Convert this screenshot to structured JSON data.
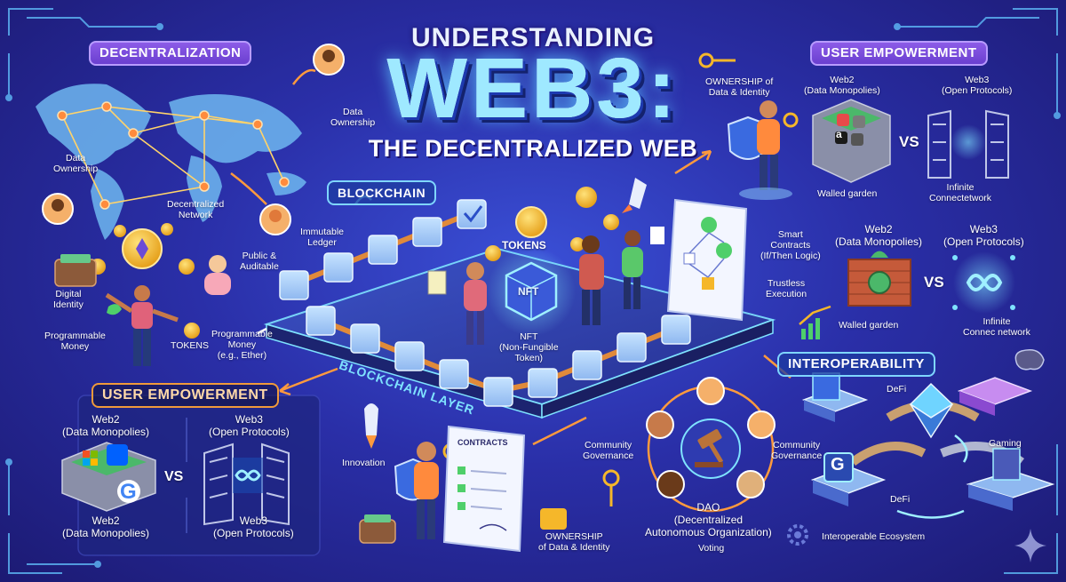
{
  "title": {
    "top": "UNDERSTANDING",
    "main": "WEB3:",
    "sub": "THE DECENTRALIZED WEB"
  },
  "sections": {
    "decentralization": "DECENTRALIZATION",
    "user_empowerment_top": "USER EMPOWERMENT",
    "blockchain": "BLOCKCHAIN",
    "user_empowerment_bottom": "USER EMPOWERMENT",
    "interoperability": "INTEROPERABILITY",
    "blockchain_layer": "BLOCKCHAIN LAYER"
  },
  "labels": {
    "data_ownership_left": "Data\nOwnership",
    "data_ownership_top": "Data\nOwnership",
    "decentralized_network": "Decentralized\nNetwork",
    "immutable_ledger": "Immutable\nLedger",
    "public_auditable": "Public &\nAuditable",
    "digital_identity": "Digital\nIdentity",
    "programmable_money_left": "Programmable\nMoney",
    "tokens_left": "TOKENS",
    "programmable_money_ether": "Programmable\nMoney\n(e.g., Ether)",
    "tokens_center": "TOKENS",
    "nft_badge": "NFT",
    "nft_label": "NFT\n(Non-Fungible\nToken)",
    "smart_contracts": "Smart\nContracts\n(If/Then Logic)",
    "trustless_execution": "Trustless\nExecution",
    "ownership_top": "OWNERSHIP of\nData & Identity",
    "web2_top": "Web2\n(Data Monopolies)",
    "web3_top": "Web3\n(Open Protocols)",
    "vs_top": "VS",
    "walled_garden_top": "Walled garden",
    "infinite_top": "Infinite\nConnectetwork",
    "web2_mid": "Web2\n(Data Monopolies)",
    "web3_mid": "Web3\n(Open Protocols)",
    "vs_mid": "VS",
    "walled_garden_mid": "Walled garden",
    "infinite_mid": "Infinite\nConnec network",
    "web2_bl_top": "Web2\n(Data Monopolies)",
    "web3_bl_top": "Web3\n(Open Protocols)",
    "vs_bl": "VS",
    "web2_bl_bottom": "Web2\n(Data Monopolies)",
    "web3_bl_bottom": "Web3\n(Open Protocols)",
    "innovation": "Innovation",
    "contracts_doc": "CONTRACTS",
    "ownership_bottom": "OWNERSHIP\nof Data & Identity",
    "community_gov_left": "Community\nGovernance",
    "community_gov_right": "Community\nGovernance",
    "dao": "DAO\n(Decentralized\nAutonomous Organization)",
    "voting": "Voting",
    "defi_top": "DeFi",
    "defi_bottom": "DeFi",
    "gaming": "Gaming",
    "interoperable_ecosystem": "Interoperable Ecosystem"
  },
  "brand_letters": {
    "amazon": "a",
    "google": "G",
    "interop_logo": "G"
  },
  "colors": {
    "background": "#2a2fa8",
    "accent_cyan": "#7fe3ff",
    "accent_orange": "#f09a3a",
    "accent_purple": "#8c5ce8",
    "coin_gold": "#f5b72a",
    "cube_blue": "#8fb8f0"
  },
  "icons": [
    "world-map",
    "ethereum-coin",
    "wallet-icon",
    "key-icon",
    "shield-icon",
    "rocket-icon",
    "nft-cube",
    "smart-contract-scroll",
    "gavel-icon",
    "gear-icon",
    "gamepad-icon",
    "bridge-icon",
    "sparkle-icon"
  ]
}
